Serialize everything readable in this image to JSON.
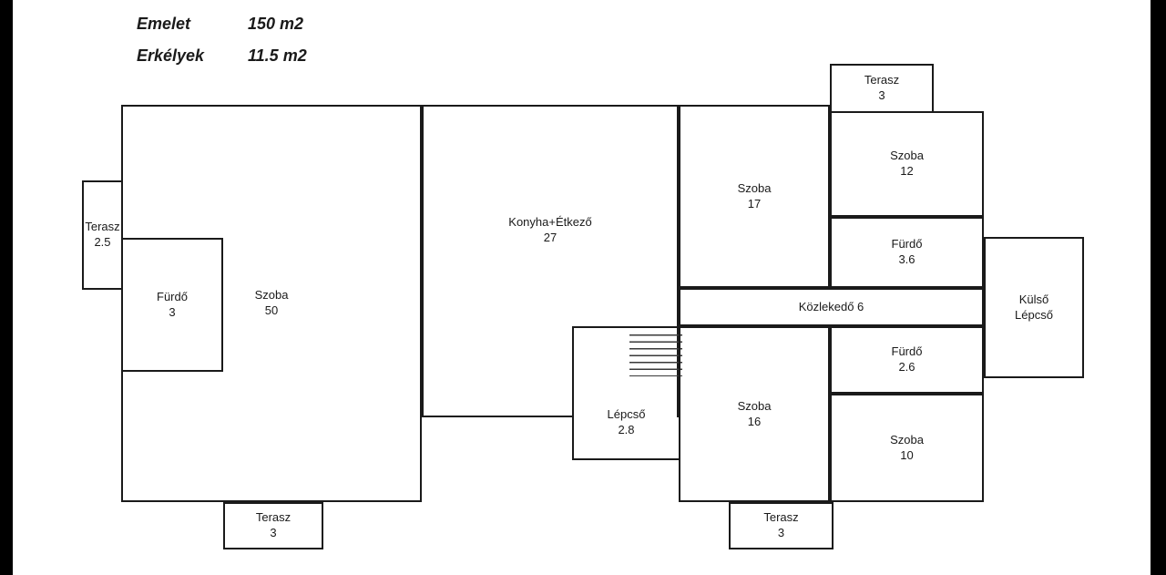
{
  "header": {
    "rows": [
      {
        "label": "Emelet",
        "value": "150 m2"
      },
      {
        "label": "Erkélyek",
        "value": "11.5 m2"
      }
    ]
  },
  "rooms": {
    "terasz_left": {
      "name": "Terasz",
      "area": "2.5"
    },
    "furdo_left": {
      "name": "Fürdő",
      "area": "3"
    },
    "szoba_50": {
      "name": "Szoba",
      "area": "50"
    },
    "konyha": {
      "name": "Konyha+Étkező",
      "area": "27"
    },
    "szoba_17": {
      "name": "Szoba",
      "area": "17"
    },
    "terasz_top": {
      "name": "Terasz",
      "area": "3"
    },
    "szoba_12": {
      "name": "Szoba",
      "area": "12"
    },
    "furdo_36": {
      "name": "Fürdő",
      "area": "3.6"
    },
    "kozlekedo": {
      "label": "Közlekedő 6"
    },
    "kulso_lepcso": {
      "line1": "Külső",
      "line2": "Lépcső"
    },
    "furdo_26": {
      "name": "Fürdő",
      "area": "2.6"
    },
    "lepcso": {
      "name": "Lépcső",
      "area": "2.8"
    },
    "szoba_16": {
      "name": "Szoba",
      "area": "16"
    },
    "szoba_10": {
      "name": "Szoba",
      "area": "10"
    },
    "terasz_bottom_mid": {
      "name": "Terasz",
      "area": "3"
    },
    "terasz_bottom_right": {
      "name": "Terasz",
      "area": "3"
    }
  }
}
